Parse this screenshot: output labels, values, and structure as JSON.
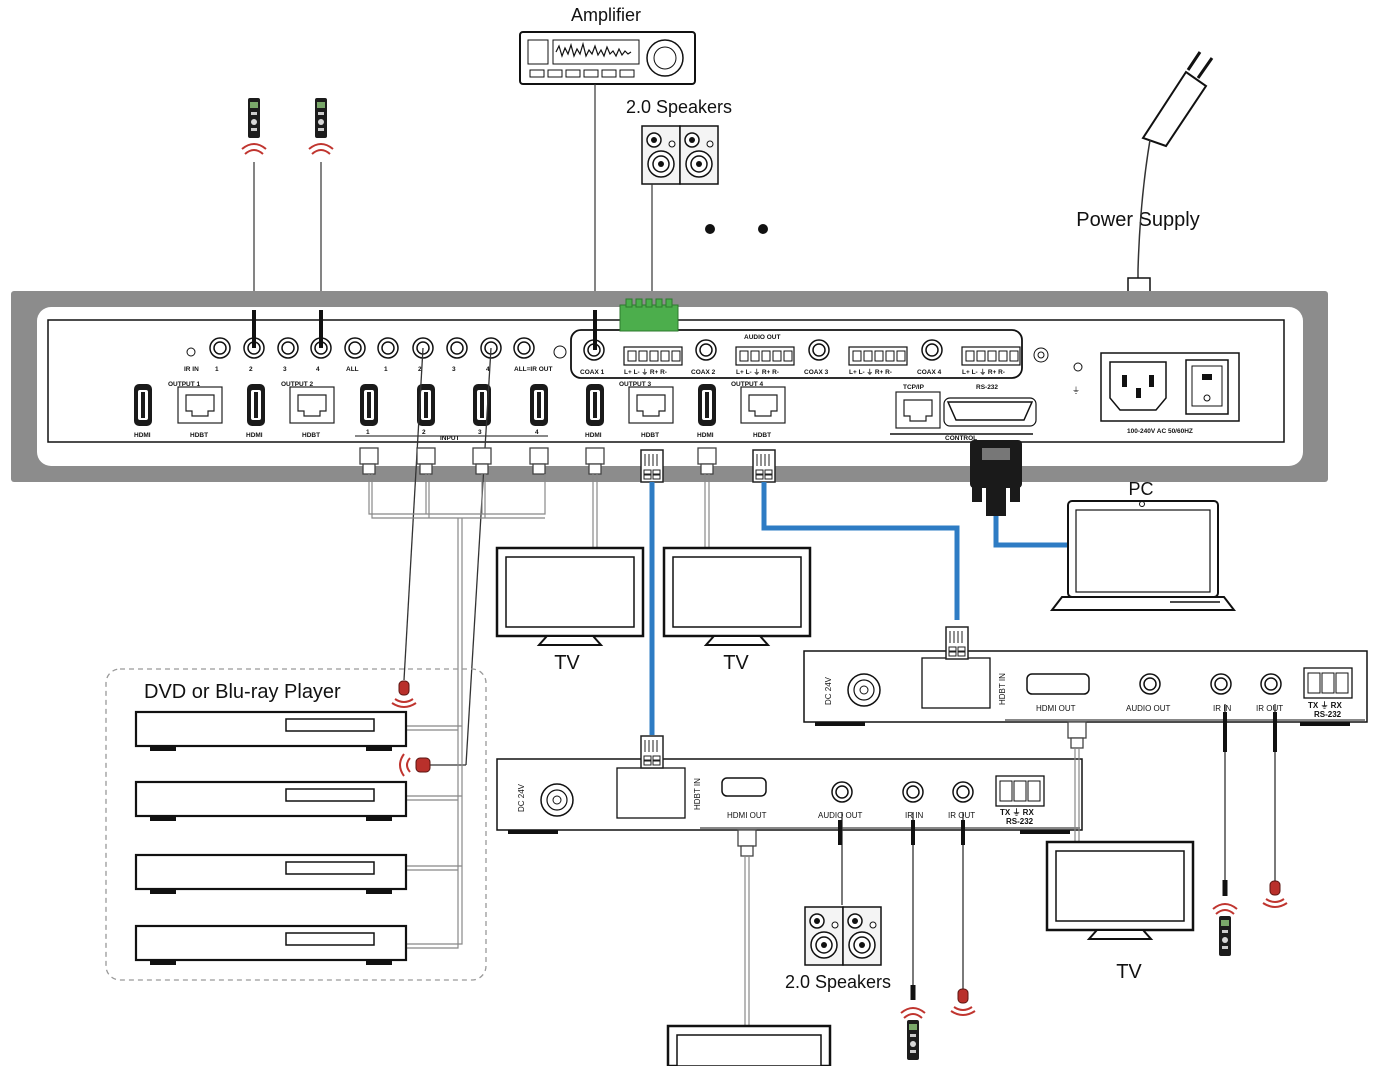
{
  "labels": {
    "amplifier": "Amplifier",
    "speakers_top": "2.0 Speakers",
    "power_supply": "Power Supply",
    "pc": "PC",
    "tv": "TV",
    "dvd_group": "DVD or Blu-ray Player",
    "speakers_bottom": "2.0 Speakers"
  },
  "matrix_panel": {
    "ir_in": "IR IN",
    "ir_nums": [
      "1",
      "2",
      "3",
      "4"
    ],
    "all": "ALL",
    "ir_out_nums": [
      "1",
      "2",
      "3",
      "4"
    ],
    "all_ir_out": "ALL=IR OUT",
    "output1": "OUTPUT 1",
    "output2": "OUTPUT 2",
    "output3": "OUTPUT 3",
    "output4": "OUTPUT 4",
    "hdmi": "HDMI",
    "hdbt": "HDBT",
    "input": "INPUT",
    "input_nums": [
      "1",
      "2",
      "3",
      "4"
    ],
    "audio_out": "AUDIO OUT",
    "coax": [
      "COAX 1",
      "COAX 2",
      "COAX 3",
      "COAX 4"
    ],
    "terminal": "L+ L- ⏚ R+ R-",
    "tcpip": "TCP/IP",
    "rs232": "RS-232",
    "control": "CONTROL",
    "power_spec": "100-240V AC 50/60HZ",
    "ground": "⏚"
  },
  "receiver": {
    "dc": "DC 24V",
    "hdbt_in": "HDBT IN",
    "hdmi_out": "HDMI OUT",
    "audio_out": "AUDIO OUT",
    "ir_in": "IR IN",
    "ir_out": "IR OUT",
    "txrx": "TX ⏚ RX",
    "rs232": "RS-232"
  },
  "colors": {
    "panel": "#8c8c8c",
    "blue_cable": "#2e7cc4",
    "green_block": "#4cae4c",
    "ir_red": "#c0352f"
  }
}
